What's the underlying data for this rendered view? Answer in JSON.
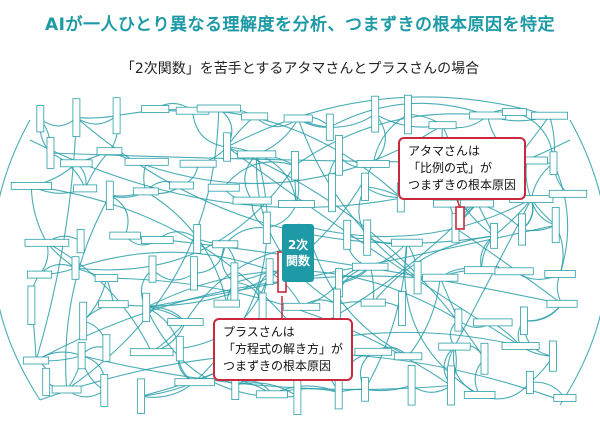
{
  "headline": "AIが一人ひとり異なる理解度を分析、つまずきの根本原因を特定",
  "subheadline": "「2次関数」を苦手とするアタマさんとプラスさんの場合",
  "center_node": {
    "line1": "2次",
    "line2": "関数"
  },
  "callouts": {
    "atama": {
      "line1": "アタマさんは",
      "line2": "「比例の式」が",
      "line3": "つまずきの根本原因"
    },
    "plus": {
      "line1": "プラスさんは",
      "line2": "「方程式の解き方」が",
      "line3": "つまずきの根本原因"
    }
  },
  "colors": {
    "teal": "#2a9fa9",
    "center": "#1d9aa6",
    "highlight": "#c9283e"
  }
}
